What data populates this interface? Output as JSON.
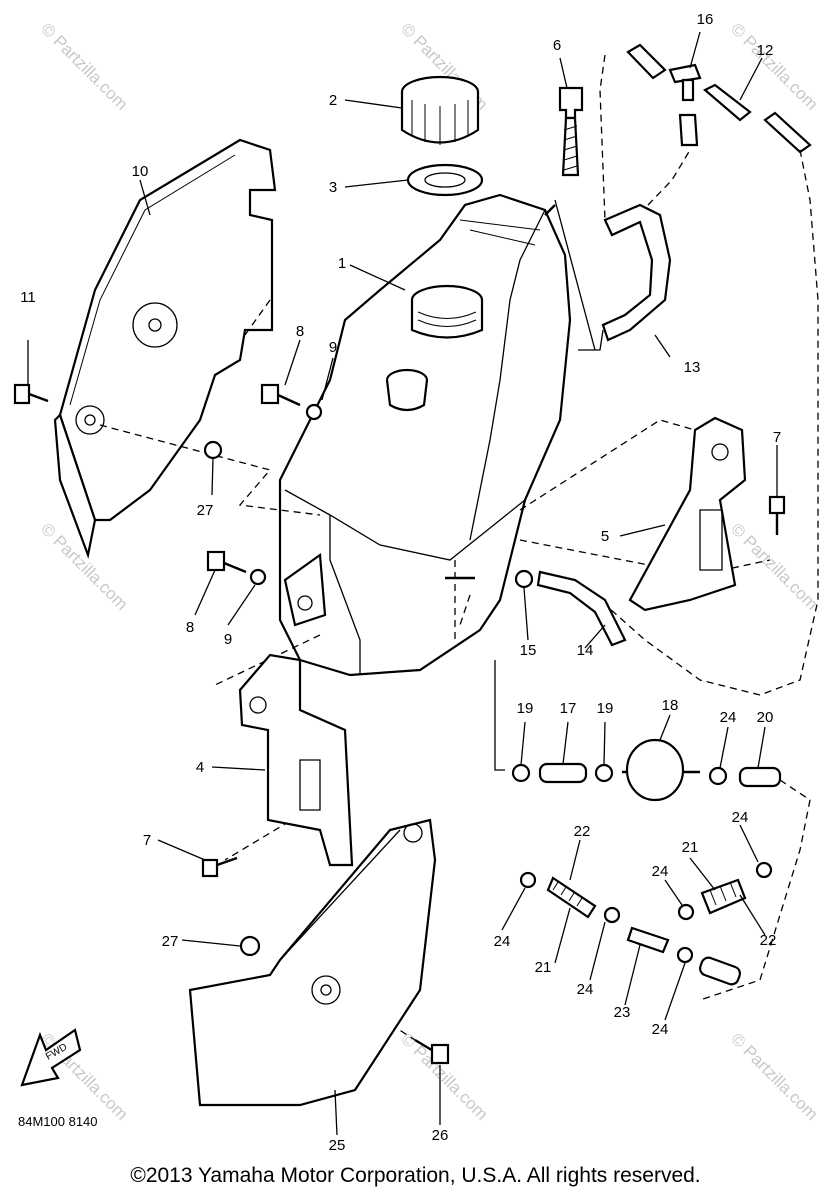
{
  "diagram_code": "84M100 8140",
  "copyright": "©2013 Yamaha Motor Corporation, U.S.A. All rights reserved.",
  "watermark": "© Partzilla.com",
  "fwd_label": "FWD",
  "labels": {
    "l1": "1",
    "l2": "2",
    "l3": "3",
    "l4": "4",
    "l5": "5",
    "l6": "6",
    "l7a": "7",
    "l7b": "7",
    "l8a": "8",
    "l8b": "8",
    "l9a": "9",
    "l9b": "9",
    "l10": "10",
    "l11": "11",
    "l12": "12",
    "l13": "13",
    "l14": "14",
    "l15": "15",
    "l16": "16",
    "l17": "17",
    "l18": "18",
    "l19a": "19",
    "l19b": "19",
    "l20": "20",
    "l21a": "21",
    "l21b": "21",
    "l22a": "22",
    "l22b": "22",
    "l23": "23",
    "l24a": "24",
    "l24b": "24",
    "l24c": "24",
    "l24d": "24",
    "l24e": "24",
    "l24f": "24",
    "l25": "25",
    "l26": "26",
    "l27a": "27",
    "l27b": "27"
  }
}
